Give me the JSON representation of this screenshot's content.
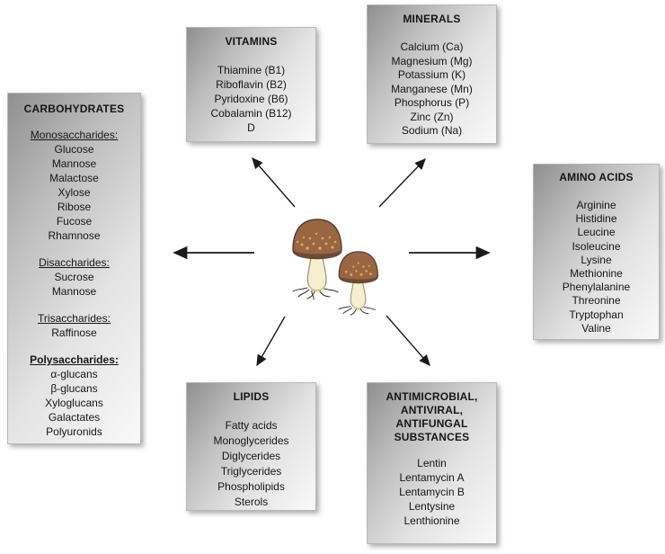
{
  "diagram": {
    "subject": "mushrooms-nutritional-composition",
    "colors": {
      "background": "#ffffff",
      "box_gradient_dark": "#8f8f8f",
      "box_gradient_light": "#f9f9f9",
      "box_border": "#b8b8b8",
      "text": "#161616",
      "arrow": "#1a1a1a",
      "mushroom_cap": "#9a6642",
      "mushroom_cap_speckle": "#e0b068",
      "mushroom_stem": "#f6efcf"
    },
    "center_image": "two-porcini-mushrooms-illustration",
    "arrows": [
      {
        "to": "carbohydrates",
        "direction": "left"
      },
      {
        "to": "vitamins",
        "direction": "upper-left"
      },
      {
        "to": "minerals",
        "direction": "upper-right"
      },
      {
        "to": "amino-acids",
        "direction": "right"
      },
      {
        "to": "lipids",
        "direction": "lower-left"
      },
      {
        "to": "antimicrobial-substances",
        "direction": "lower-right"
      }
    ]
  },
  "boxes": {
    "carbohydrates": {
      "title": "CARBOHYDRATES",
      "sections": [
        {
          "heading": "Monosaccharides:",
          "bold": false,
          "items": [
            "Glucose",
            "Mannose",
            "Malactose",
            "Xylose",
            "Ribose",
            "Fucose",
            "Rhamnose"
          ]
        },
        {
          "heading": "Disaccharides:",
          "bold": false,
          "items": [
            "Sucrose",
            "Mannose"
          ]
        },
        {
          "heading": "Trisaccharides:",
          "bold": false,
          "items": [
            "Raffinose"
          ]
        },
        {
          "heading": "Polysaccharides:",
          "bold": true,
          "items": [
            "α-glucans",
            "β-glucans",
            "Xyloglucans",
            "Galactates",
            "Polyuronids"
          ]
        }
      ]
    },
    "vitamins": {
      "title": "VITAMINS",
      "items": [
        "Thiamine (B1)",
        "Riboflavin (B2)",
        "Pyridoxine (B6)",
        "Cobalamin (B12)",
        "D"
      ]
    },
    "minerals": {
      "title": "MINERALS",
      "items": [
        "Calcium (Ca)",
        "Magnesium (Mg)",
        "Potassium (K)",
        "Manganese (Mn)",
        "Phosphorus (P)",
        "Zinc (Zn)",
        "Sodium (Na)"
      ]
    },
    "amino_acids": {
      "title": "AMINO ACIDS",
      "items": [
        "Arginine",
        "Histidine",
        "Leucine",
        "Isoleucine",
        "Lysine",
        "Methionine",
        "Phenylalanine",
        "Threonine",
        "Tryptophan",
        "Valine"
      ]
    },
    "lipids": {
      "title": "LIPIDS",
      "items": [
        "Fatty acids",
        "Monoglycerides",
        "Diglycerides",
        "Triglycerides",
        "Phospholipids",
        "Sterols"
      ]
    },
    "antimicrobial": {
      "title": "ANTIMICROBIAL, ANTIVIRAL, ANTIFUNGAL SUBSTANCES",
      "items": [
        "Lentin",
        "Lentamycin A",
        "Lentamycin B",
        "Lentysine",
        "Lenthionine"
      ]
    }
  }
}
